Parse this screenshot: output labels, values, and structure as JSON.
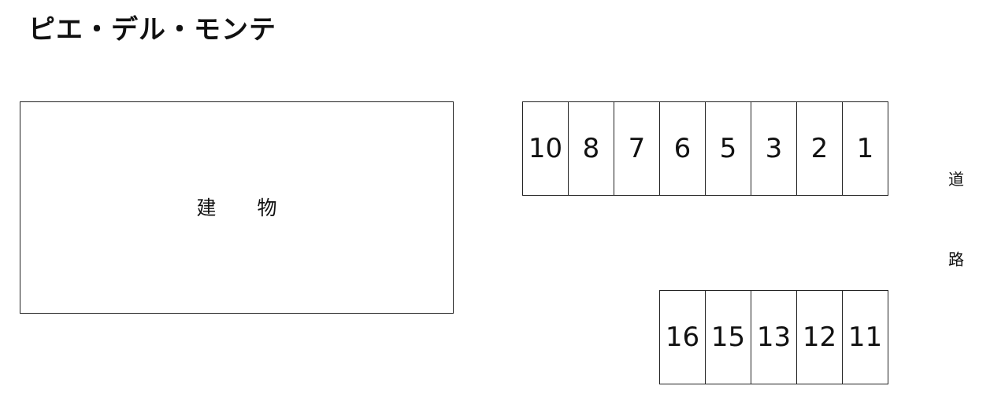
{
  "title": "ピエ・デル・モンテ",
  "building": {
    "label_1": "建",
    "label_2": "物"
  },
  "parking_top": [
    "10",
    "8",
    "7",
    "6",
    "5",
    "3",
    "2",
    "1"
  ],
  "parking_bottom": [
    "16",
    "15",
    "13",
    "12",
    "11"
  ],
  "road": {
    "char_1": "道",
    "char_2": "路"
  }
}
